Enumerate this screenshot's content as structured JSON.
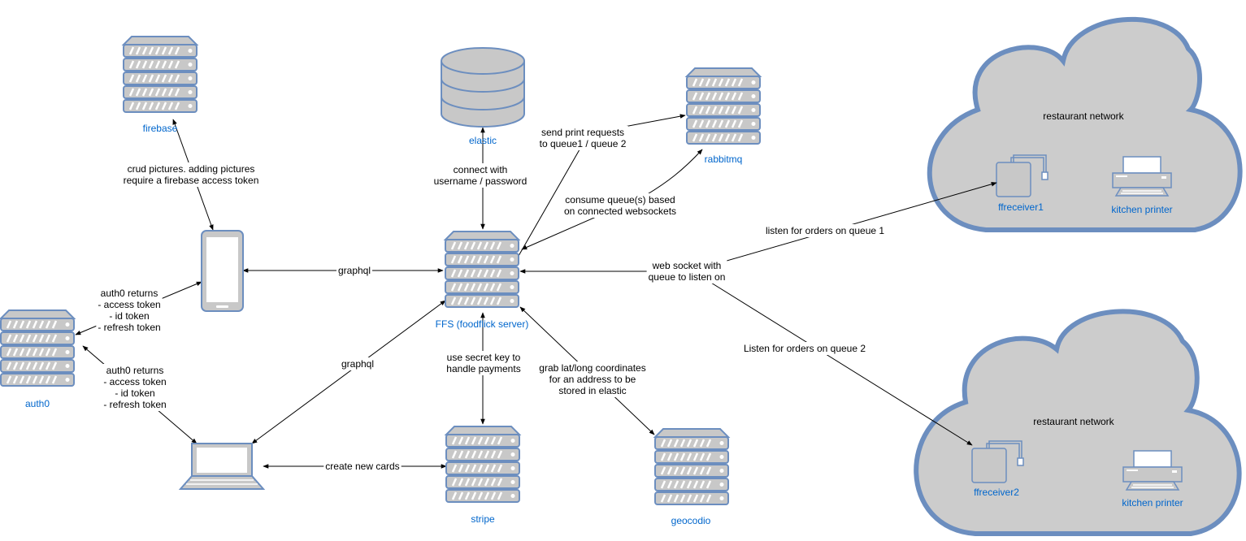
{
  "colors": {
    "device_fill": "#c8c8c8",
    "device_stroke": "#6c8ebf",
    "cloud_fill": "#cccccc",
    "cloud_stroke": "#6c8ebf",
    "node_label": "#0066cc",
    "edge": "#000000"
  },
  "nodes": {
    "firebase": {
      "label": "firebase",
      "icon": "server-icon"
    },
    "elastic": {
      "label": "elastic",
      "icon": "database-icon"
    },
    "rabbitmq": {
      "label": "rabbitmq",
      "icon": "server-icon"
    },
    "ffs": {
      "label": "FFS (foodflick server)",
      "icon": "server-icon"
    },
    "auth0": {
      "label": "auth0",
      "icon": "server-icon"
    },
    "mobile": {
      "label": "",
      "icon": "smartphone-icon"
    },
    "laptop": {
      "label": "",
      "icon": "laptop-icon"
    },
    "stripe": {
      "label": "stripe",
      "icon": "server-icon"
    },
    "geocodio": {
      "label": "geocodio",
      "icon": "server-icon"
    }
  },
  "clouds": [
    {
      "label": "restaurant network",
      "receiver": "ffreceiver1",
      "printer": "kitchen printer"
    },
    {
      "label": "restaurant network",
      "receiver": "ffreceiver2",
      "printer": "kitchen printer"
    }
  ],
  "edges": {
    "firebase_crud": [
      "crud pictures. adding pictures",
      "require a firebase access token"
    ],
    "elastic_connect": [
      "connect with",
      "username / password"
    ],
    "print_requests": [
      "send print requests",
      "to queue1 / queue 2"
    ],
    "consume_queues": [
      "consume queue(s) based",
      "on connected websockets"
    ],
    "mobile_graphql": [
      "graphql"
    ],
    "auth0_mobile": [
      "auth0 returns",
      "- access token",
      "- id token",
      "- refresh token"
    ],
    "auth0_laptop": [
      "auth0 returns",
      "- access token",
      "- id token",
      "- refresh token"
    ],
    "laptop_graphql": [
      "graphql"
    ],
    "stripe_payments": [
      "use secret key to",
      "handle payments"
    ],
    "geocodio_coords": [
      "grab lat/long coordinates",
      "for an address to be",
      "stored in elastic"
    ],
    "create_cards": [
      "create new cards"
    ],
    "websocket": [
      "web socket with",
      "queue to listen on"
    ],
    "listen_q1": [
      "listen for orders on queue 1"
    ],
    "listen_q2": [
      "Listen for orders on queue 2"
    ]
  }
}
